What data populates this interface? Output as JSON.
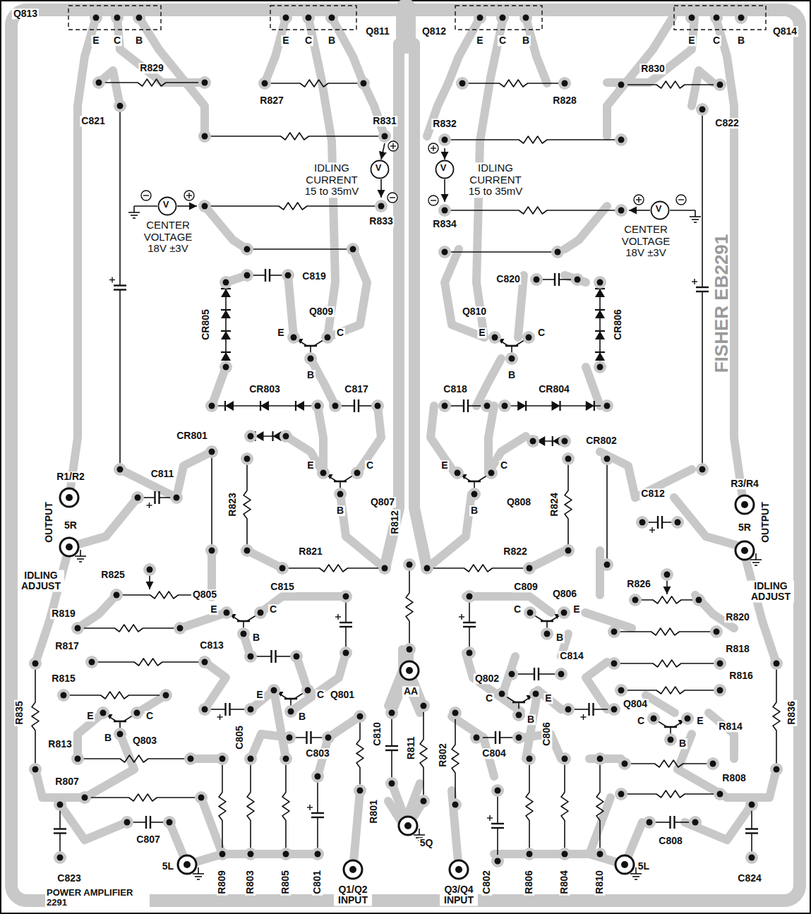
{
  "diagram": {
    "nodes": [
      {
        "text": [
          "V"
        ]
      },
      {
        "text": [
          "V"
        ]
      },
      {
        "text": [
          "V"
        ]
      },
      {
        "text": [
          "V"
        ]
      }
    ],
    "labels": [
      "Q813",
      "E",
      "C",
      "B",
      "Q811",
      "E",
      "C",
      "B",
      "Q812",
      "E",
      "C",
      "B",
      "Q814",
      "E",
      "C",
      "B",
      "R829",
      "R830",
      "R827",
      "R828",
      "C821",
      "R831",
      "R832",
      "C822",
      "IDLING CURRENT 15 to 35mV",
      "IDLING CURRENT 15 to 35mV",
      "CENTER VOLTAGE 18V ±3V",
      "CENTER VOLTAGE 18V ±3V",
      "R833",
      "R834",
      "C819",
      "C820",
      "Q809",
      "Q810",
      "E",
      "C",
      "E",
      "C",
      "CR805",
      "CR806",
      "B",
      "B",
      "CR803",
      "C817",
      "C818",
      "CR804",
      "CR801",
      "CR802",
      "E",
      "C",
      "E",
      "C",
      "C811",
      "R1/R2",
      "C812",
      "R3/R4",
      "R823",
      "R824",
      "Q807",
      "Q808",
      "B",
      "B",
      "OUTPUT",
      "OUTPUT",
      "R812",
      "5R",
      "5R",
      "R821",
      "R822",
      "IDLING ADJUST",
      "R825",
      "R826",
      "IDLING ADJUST",
      "C815",
      "C809",
      "Q805",
      "Q806",
      "E",
      "C",
      "C",
      "E",
      "R819",
      "R820",
      "B",
      "B",
      "C813",
      "R817",
      "R818",
      "C814",
      "R836",
      "R815",
      "R816",
      "E",
      "C",
      "Q801",
      "AA",
      "Q802",
      "C",
      "E",
      "Q804",
      "R835",
      "E",
      "C",
      "B",
      "Q803",
      "C",
      "E",
      "R814",
      "B",
      "B",
      "B",
      "C805",
      "C810",
      "R811",
      "R802",
      "C806",
      "R813",
      "C803",
      "C804",
      "R807",
      "R808",
      "R801",
      "C807",
      "C808",
      "5Q",
      "5L",
      "5L",
      "C823",
      "C824",
      "R809",
      "R803",
      "R805",
      "C801",
      "C802",
      "R806",
      "R804",
      "R810",
      "Q1/Q2 INPUT",
      "Q3/Q4 INPUT",
      "POWER AMPLIFIER 2291",
      "FISHER EB2291"
    ]
  }
}
